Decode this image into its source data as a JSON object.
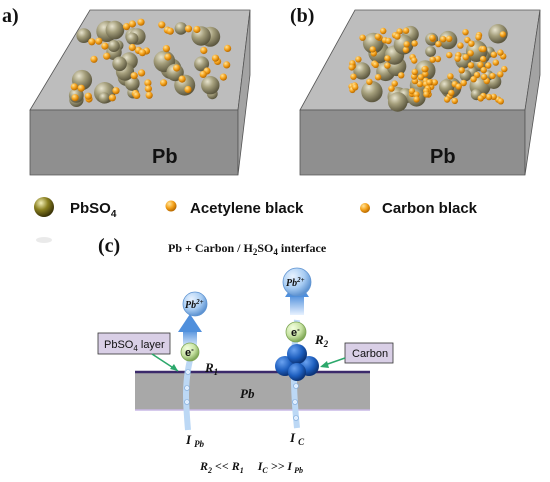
{
  "panels": {
    "a_label": "a)",
    "b_label": "(b)",
    "c_label": "(c)",
    "substrate_label": "Pb"
  },
  "legend": {
    "pbso4_base": "PbSO",
    "pbso4_sub": "4",
    "acetylene": "Acetylene black",
    "carbon_black": "Carbon black"
  },
  "panel_c": {
    "title_pre": "Pb + Carbon / H",
    "title_sub": "2",
    "title_mid": "SO",
    "title_sub2": "4",
    "title_post": " interface",
    "layer_pre": "PbSO",
    "layer_sub": "4",
    "layer_post": " layer",
    "carbon_box": "Carbon",
    "pb_label": "Pb",
    "ion_base": "Pb",
    "ion_sup": "2+",
    "electron": "e",
    "electron_sup": "-",
    "r1": "R",
    "r1_sub": "1",
    "r2": "R",
    "r2_sub": "2",
    "i_pb": "I",
    "i_pb_sub": "Pb",
    "i_c": "I",
    "i_c_sub": "C",
    "relation_r2": "R",
    "relation_r2_sub": "2",
    "relation_mid": " << ",
    "relation_r1": "R",
    "relation_r1_sub": "1",
    "relation_ic": "I",
    "relation_ic_sub": "C",
    "relation_gg": " >> ",
    "relation_ipb": "I",
    "relation_ipb_sub": "Pb"
  },
  "colors": {
    "slab_top": "#b9b9b9",
    "slab_front": "#8f8f8f",
    "slab_side": "#a3a3a3",
    "pbso4": "#a09a78",
    "orange": "#f5a21b",
    "arrow": "#4f8fdc",
    "carbon_blue": "#1e5fbf",
    "box_fill": "#d9cfe6"
  }
}
